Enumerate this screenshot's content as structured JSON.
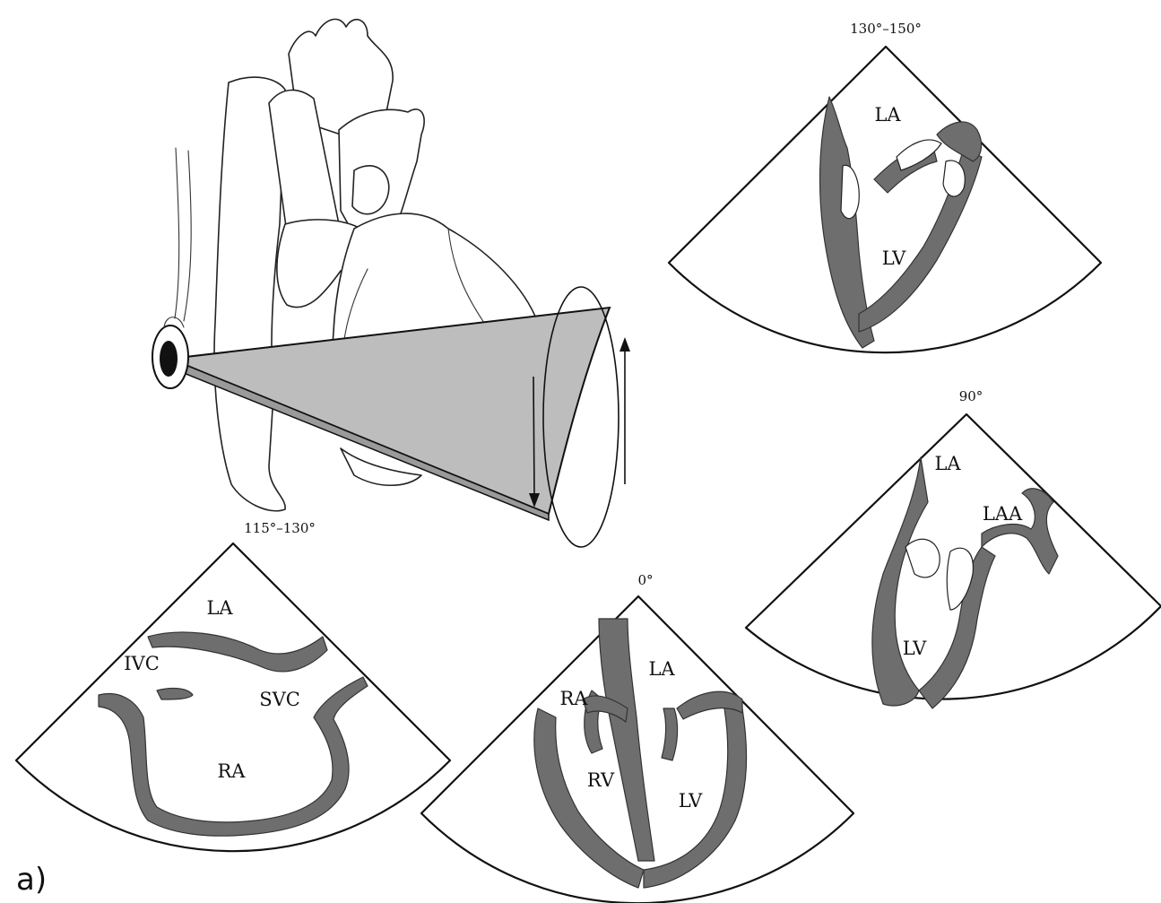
{
  "panel_label": "a)",
  "views": {
    "v_130_150": {
      "angle": "130°–150°",
      "la": "LA",
      "lv": "LV"
    },
    "v_90": {
      "angle": "90°",
      "la": "LA",
      "laa": "LAA",
      "lv": "LV"
    },
    "v_0": {
      "angle": "0°",
      "ra": "RA",
      "la": "LA",
      "rv": "RV",
      "lv": "LV"
    },
    "v_115_130": {
      "angle": "115°–130°",
      "la": "LA",
      "ivc": "IVC",
      "svc": "SVC",
      "ra": "RA"
    }
  }
}
